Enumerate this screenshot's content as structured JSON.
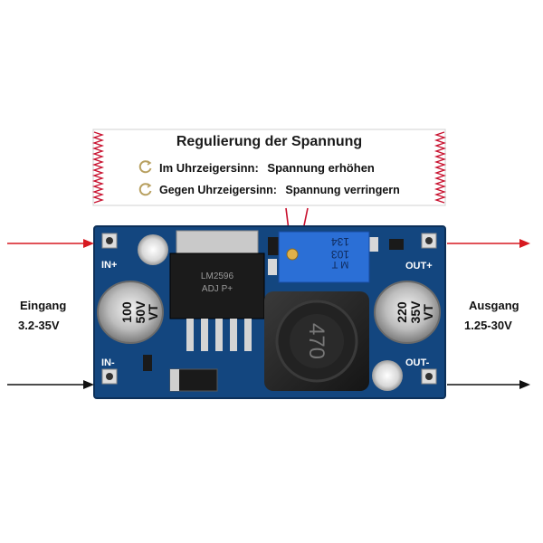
{
  "callout": {
    "title": "Regulierung der Spannung",
    "clockwise_label": "Im Uhrzeigersinn:",
    "clockwise_action": "Spannung erhöhen",
    "counter_label": "Gegen Uhrzeigersinn:",
    "counter_action": "Spannung verringern"
  },
  "input": {
    "label": "Eingang",
    "range": "3.2-35V"
  },
  "output": {
    "label": "Ausgang",
    "range": "1.25-30V"
  },
  "board": {
    "in_plus": "IN+",
    "in_minus": "IN-",
    "out_plus": "OUT+",
    "out_minus": "OUT-",
    "cap_in": [
      "100",
      "50V",
      "VT"
    ],
    "cap_out": [
      "220",
      "35V",
      "VT"
    ],
    "inductor": "470",
    "pot_lines": [
      "103",
      "M  T",
      "134"
    ],
    "ic_text": [
      "LM2596",
      "ADJ P+"
    ]
  },
  "colors": {
    "pcb": "#13467f",
    "pot": "#2b6fd6",
    "arrow_red": "#d71920",
    "arrow_black": "#111111"
  }
}
